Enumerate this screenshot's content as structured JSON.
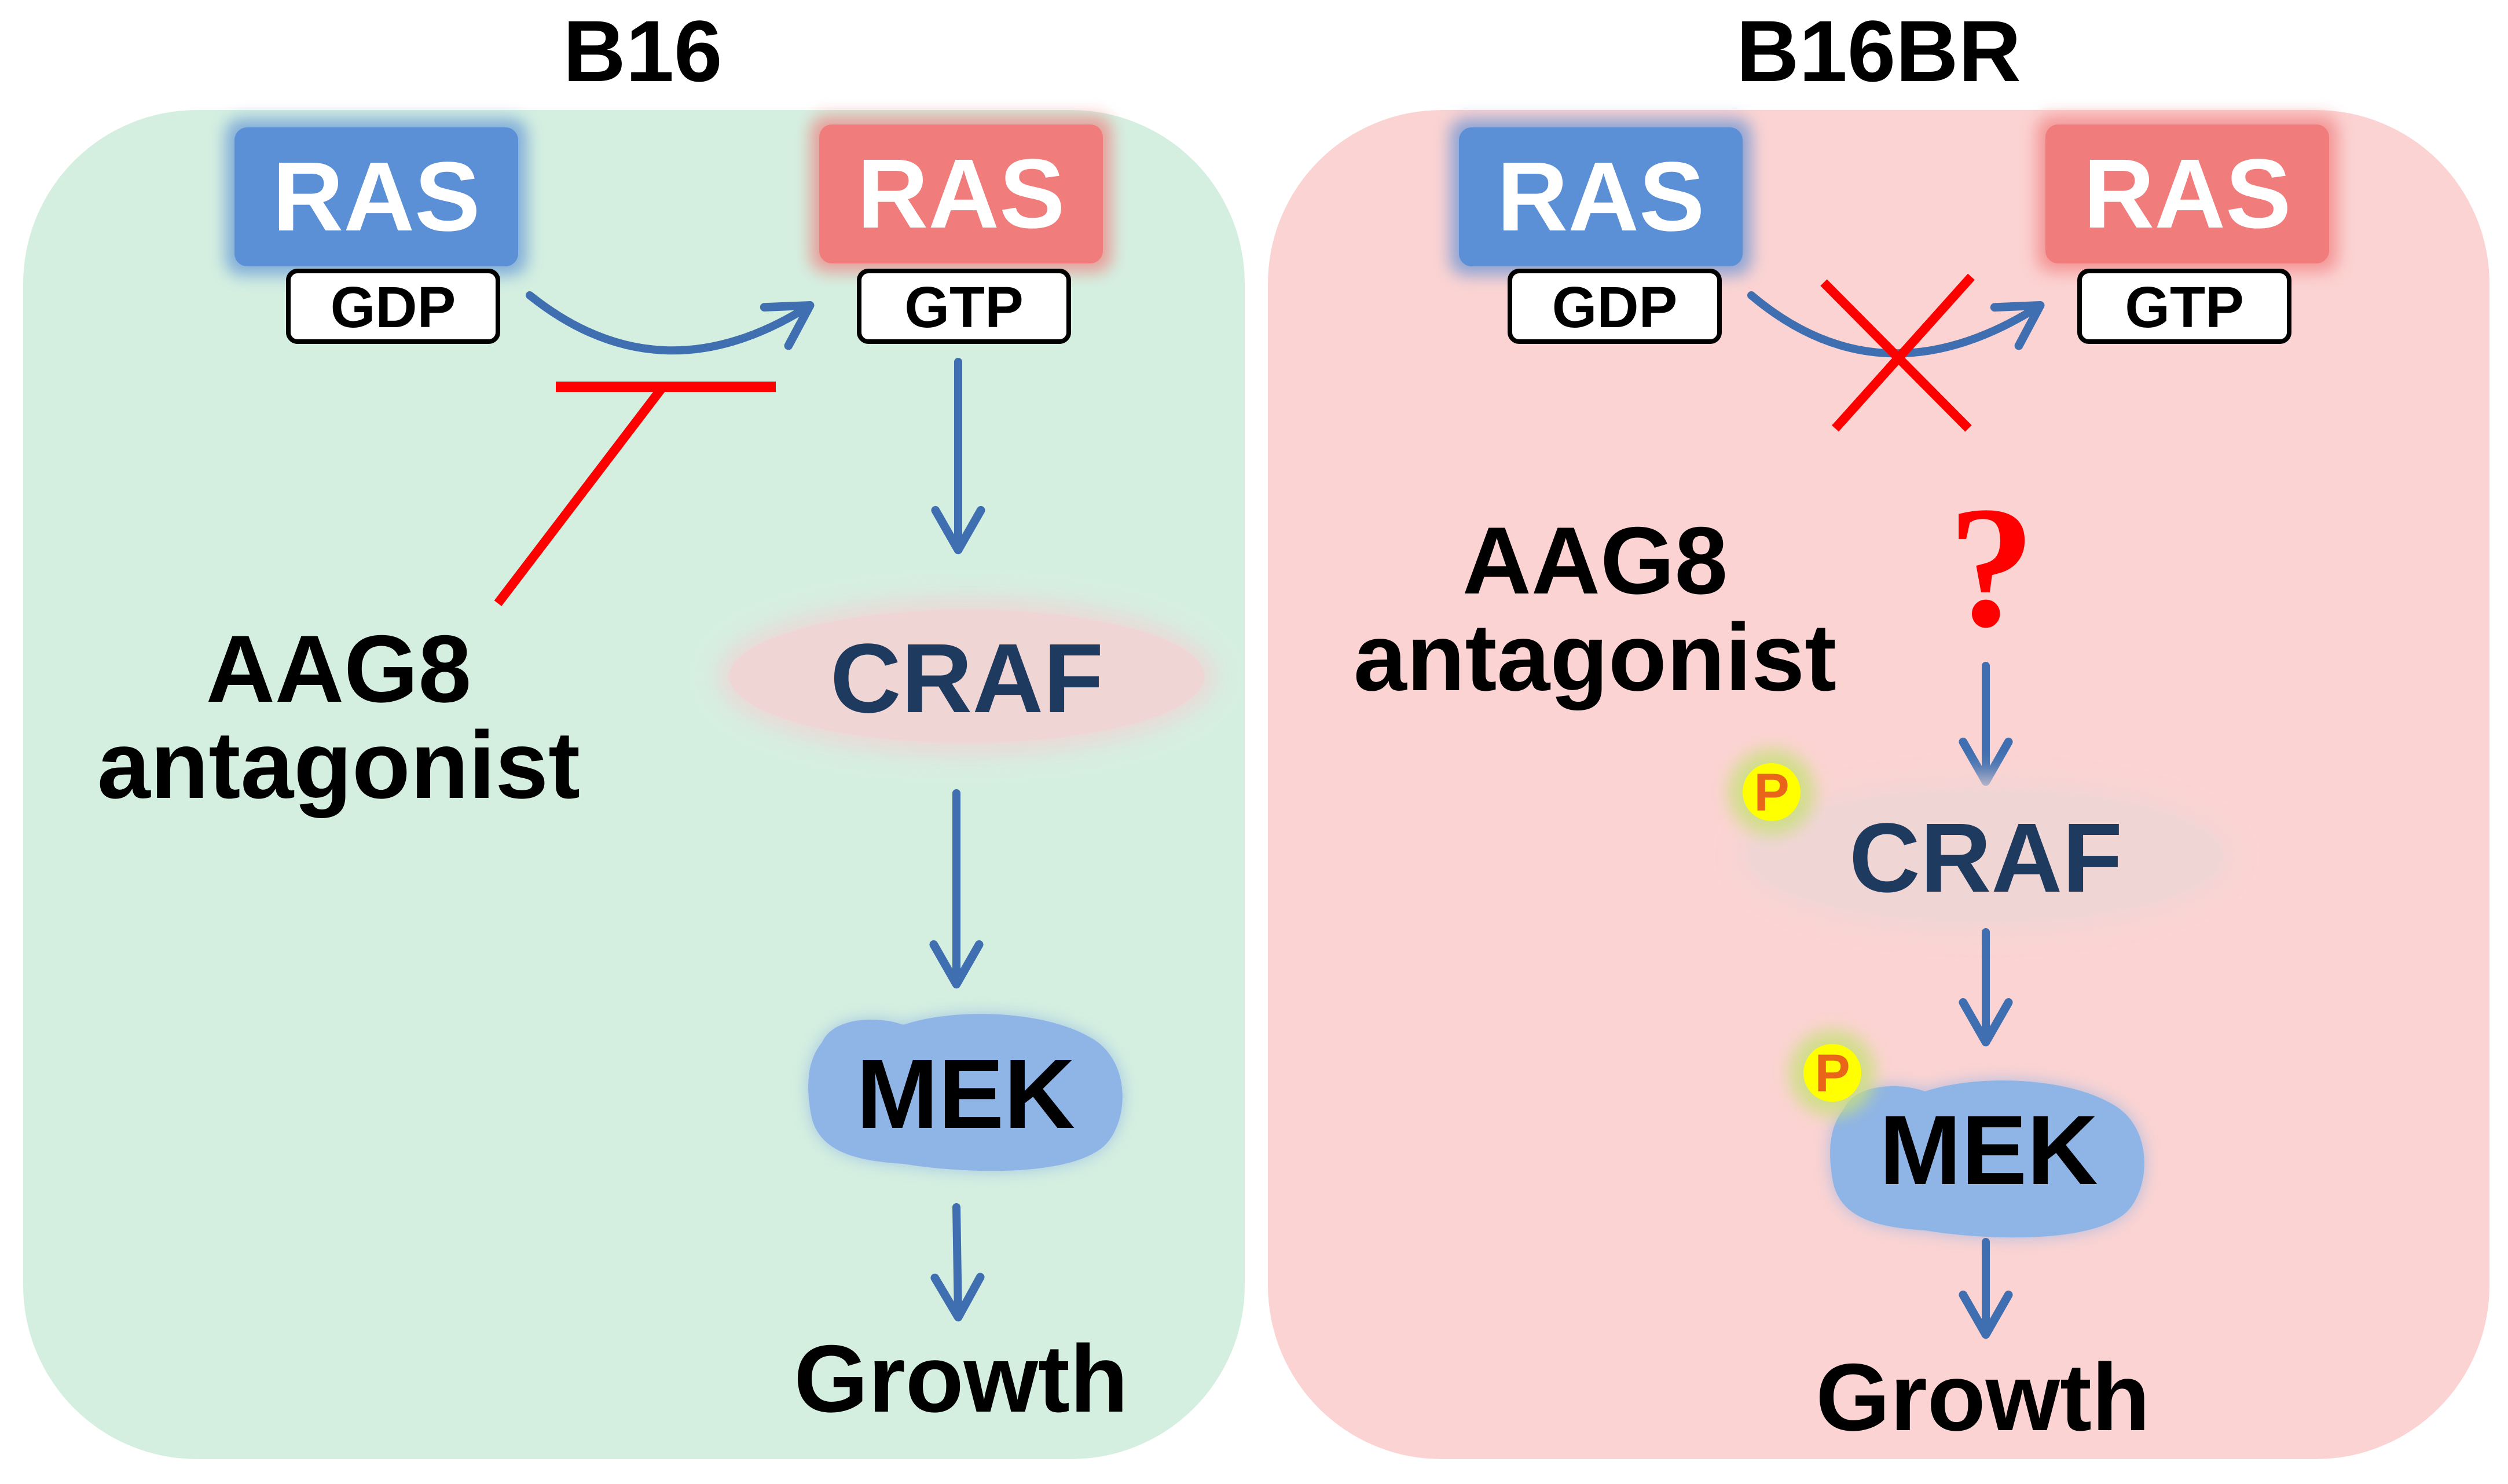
{
  "colors": {
    "panel_left": "#d4efe0",
    "panel_right": "#fbd3d2",
    "ras_gdp": "#5b8fd6",
    "ras_gtp": "#f07c7c",
    "arrow": "#3f6fb0",
    "inhibit": "#ff0000",
    "craf_fill": "#f0d5d5",
    "mek_fill": "#8fb4e6",
    "phospho_fill": "#ffff00",
    "phospho_text": "#e8651a"
  },
  "left_panel": {
    "title": "B16",
    "ras_inactive": {
      "label": "RAS",
      "nucleotide": "GDP"
    },
    "ras_active": {
      "label": "RAS",
      "nucleotide": "GTP"
    },
    "antagonist_line1": "AAG8",
    "antagonist_line2": "antagonist",
    "craf": "CRAF",
    "mek": "MEK",
    "growth": "Growth"
  },
  "right_panel": {
    "title": "B16BR",
    "ras_inactive": {
      "label": "RAS",
      "nucleotide": "GDP"
    },
    "ras_active": {
      "label": "RAS",
      "nucleotide": "GTP"
    },
    "antagonist_line1": "AAG8",
    "antagonist_line2": "antagonist",
    "unknown_mark": "?",
    "phospho_label": "P",
    "craf": "CRAF",
    "mek": "MEK",
    "growth": "Growth"
  }
}
